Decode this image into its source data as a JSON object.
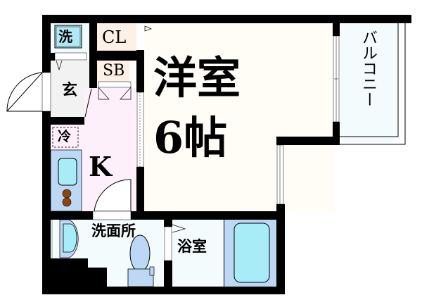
{
  "floorplan": {
    "rooms": {
      "western_room": {
        "label_line1": "洋室",
        "label_line2": "6帖",
        "color": "#fffdf5"
      },
      "balcony": {
        "label": "バルコニー",
        "color": "#f4fbfd"
      },
      "closet": {
        "label": "CL",
        "color": "#fdf0e6"
      },
      "shoe_box": {
        "label": "SB",
        "color": "#fdf0e6"
      },
      "washer": {
        "label": "洗",
        "color": "#aee9f5"
      },
      "entrance": {
        "label": "玄",
        "color": "#f2f2f2"
      },
      "fridge": {
        "label": "冷"
      },
      "kitchen": {
        "label": "K",
        "color": "#fdf0fb"
      },
      "washroom": {
        "label": "洗面所",
        "color": "#f4fbfd"
      },
      "bathroom": {
        "label": "浴室",
        "color": "#f4fbfd"
      }
    },
    "colors": {
      "wall": "#000000",
      "fixture": "#bcd8f5",
      "fixture_inner": "#a8ecf8",
      "stove": "#8b4513"
    }
  }
}
